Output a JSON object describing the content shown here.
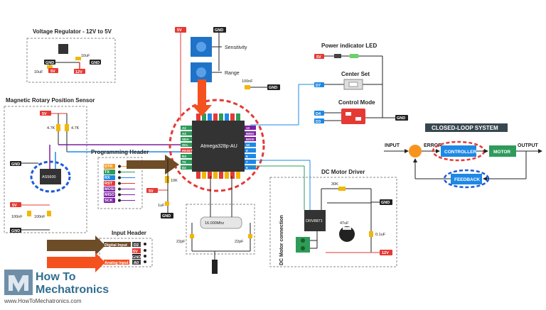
{
  "sections": {
    "voltage_regulator": "Voltage Regulator - 12V to 5V",
    "magnetic_sensor": "Magnetic Rotary Position Sensor",
    "programming_header": "Programming Header",
    "input_header": "Input Header",
    "power_led": "Power indicator LED",
    "center_set": "Center Set",
    "control_mode": "Control Mode",
    "dc_motor_driver": "DC Motor Driver",
    "closed_loop": "CLOSED-LOOP SYSTEM"
  },
  "labels": {
    "sensitivity": "Sensitivity",
    "range": "Range",
    "mcu": "Atmega328p-AU",
    "sensor_chip": "AS5600",
    "driver_chip": "DRV8871",
    "crystal": "16.000Mhz",
    "dc_motor_connection": "DC Motor connection"
  },
  "rails": {
    "v5": "5V",
    "v12": "12V",
    "gnd": "GND"
  },
  "components": {
    "c10uf": "10uF",
    "c100nf": "100nF",
    "r47k": "4.7K",
    "r10k": "10K",
    "c1uf": "1uF",
    "c22pf": "22pF",
    "r30k": "30K",
    "c47uf": "47uF",
    "c01uf": "0.1uF"
  },
  "prog_pins": [
    "DTR",
    "TX",
    "RX",
    "RST",
    "MOSI",
    "MISO",
    "SCK"
  ],
  "mcu_pins": {
    "left": [
      "A2",
      "A3",
      "SDA",
      "SCL",
      "RESET",
      "RX",
      "TX",
      "D2"
    ],
    "right": [
      "13",
      "MISO",
      "MOSI",
      "10",
      "9",
      "8",
      "7",
      "6"
    ]
  },
  "inputs": {
    "digital": "Digital Input",
    "analog": "Analog Input",
    "d2": "D2",
    "a0": "A0",
    "d7": "D7",
    "d4": "D4",
    "d3": "D3"
  },
  "closed_loop": {
    "input": "INPUT",
    "error": "ERROR",
    "controller": "CONTROLLER",
    "motor": "MOTOR",
    "output": "OUTPUT",
    "feedback": "FEEDBACK"
  },
  "brand": {
    "logo_line1": "How To",
    "logo_line2": "Mechatronics",
    "url": "www.HowToMechatronics.com"
  },
  "colors": {
    "v5": "#e53935",
    "gnd": "#222222",
    "d_blue": "#1e88e5",
    "highlight_red": "#e53935",
    "highlight_blue": "#1e5bd8",
    "arrow_orange": "#f4511e",
    "arrow_brown": "#6d4c28",
    "green_block": "#2e9b5a"
  }
}
